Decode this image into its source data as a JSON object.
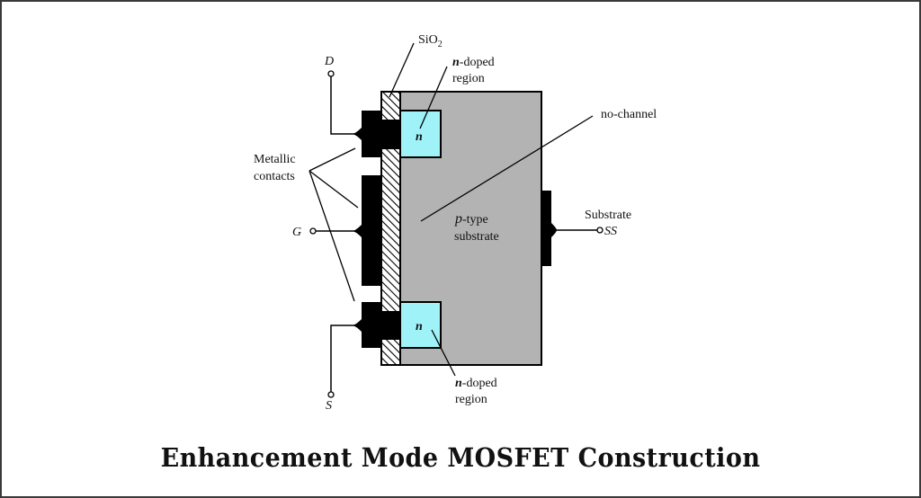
{
  "title": "Enhancement Mode MOSFET Construction",
  "labels": {
    "drain": "D",
    "gate": "G",
    "source": "S",
    "sio2_main": "SiO",
    "sio2_sub": "2",
    "n_doped_top_prefix": "n",
    "n_doped_top_suffix": "-doped",
    "n_doped_top_line2": "region",
    "n_doped_bottom_prefix": "n",
    "n_doped_bottom_suffix": "-doped",
    "n_doped_bottom_line2": "region",
    "n_region_top": "n",
    "n_region_bottom": "n",
    "no_channel": "no-channel",
    "metallic_line1": "Metallic",
    "metallic_line2": "contacts",
    "p_type_prefix": "p",
    "p_type_suffix": "-type",
    "p_type_line2": "substrate",
    "substrate": "Substrate",
    "substrate_terminal": "SS"
  },
  "colors": {
    "substrate": "#b3b3b3",
    "n_region": "#9ff2f8",
    "metal": "#000000",
    "oxide_hatch": "#000000",
    "frame": "#3a3a3a"
  }
}
